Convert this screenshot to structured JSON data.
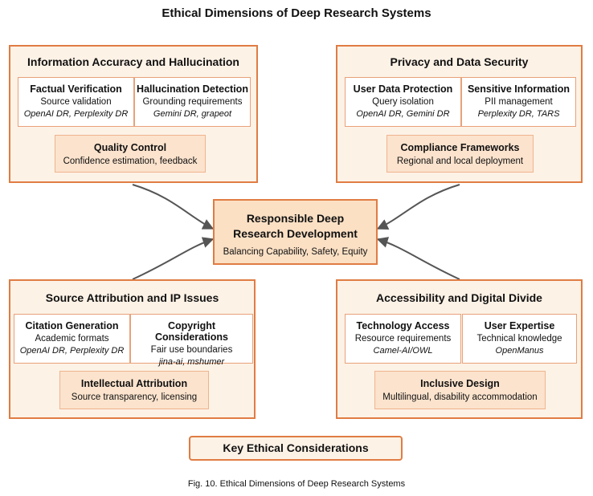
{
  "title": "Ethical Dimensions of Deep Research Systems",
  "panels": [
    {
      "title": "Information Accuracy and Hallucination",
      "cards": [
        {
          "title": "Factual Verification",
          "subtitle": "Source validation",
          "tools": "OpenAI DR, Perplexity DR"
        },
        {
          "title": "Hallucination Detection",
          "subtitle": "Grounding requirements",
          "tools": "Gemini DR, grapeot"
        }
      ],
      "sub": {
        "title": "Quality Control",
        "subtitle": "Confidence estimation, feedback"
      }
    },
    {
      "title": "Privacy and Data Security",
      "cards": [
        {
          "title": "User Data Protection",
          "subtitle": "Query isolation",
          "tools": "OpenAI DR, Gemini DR"
        },
        {
          "title": "Sensitive Information",
          "subtitle": "PII management",
          "tools": "Perplexity DR, TARS"
        }
      ],
      "sub": {
        "title": "Compliance Frameworks",
        "subtitle": "Regional and local deployment"
      }
    },
    {
      "title": "Source Attribution and IP Issues",
      "cards": [
        {
          "title": "Citation Generation",
          "subtitle": "Academic formats",
          "tools": "OpenAI DR, Perplexity DR"
        },
        {
          "title": "Copyright Considerations",
          "subtitle": "Fair use boundaries",
          "tools": "jina-ai, mshumer"
        }
      ],
      "sub": {
        "title": "Intellectual Attribution",
        "subtitle": "Source transparency, licensing"
      }
    },
    {
      "title": "Accessibility and Digital Divide",
      "cards": [
        {
          "title": "Technology Access",
          "subtitle": "Resource requirements",
          "tools": "Camel-AI/OWL"
        },
        {
          "title": "User Expertise",
          "subtitle": "Technical knowledge",
          "tools": "OpenManus"
        }
      ],
      "sub": {
        "title": "Inclusive Design",
        "subtitle": "Multilingual, disability accommodation"
      }
    }
  ],
  "center": {
    "title_line1": "Responsible Deep",
    "title_line2": "Research Development",
    "subtitle": "Balancing Capability, Safety, Equity"
  },
  "legend": "Key Ethical Considerations",
  "caption": "Fig. 10.  Ethical Dimensions of Deep Research Systems",
  "colors": {
    "panel_fill": "#fdf2e6",
    "panel_border": "#e07c43",
    "sub_fill": "#fbe3cd",
    "center_fill": "#fbe0c4",
    "arrow": "#555555"
  }
}
